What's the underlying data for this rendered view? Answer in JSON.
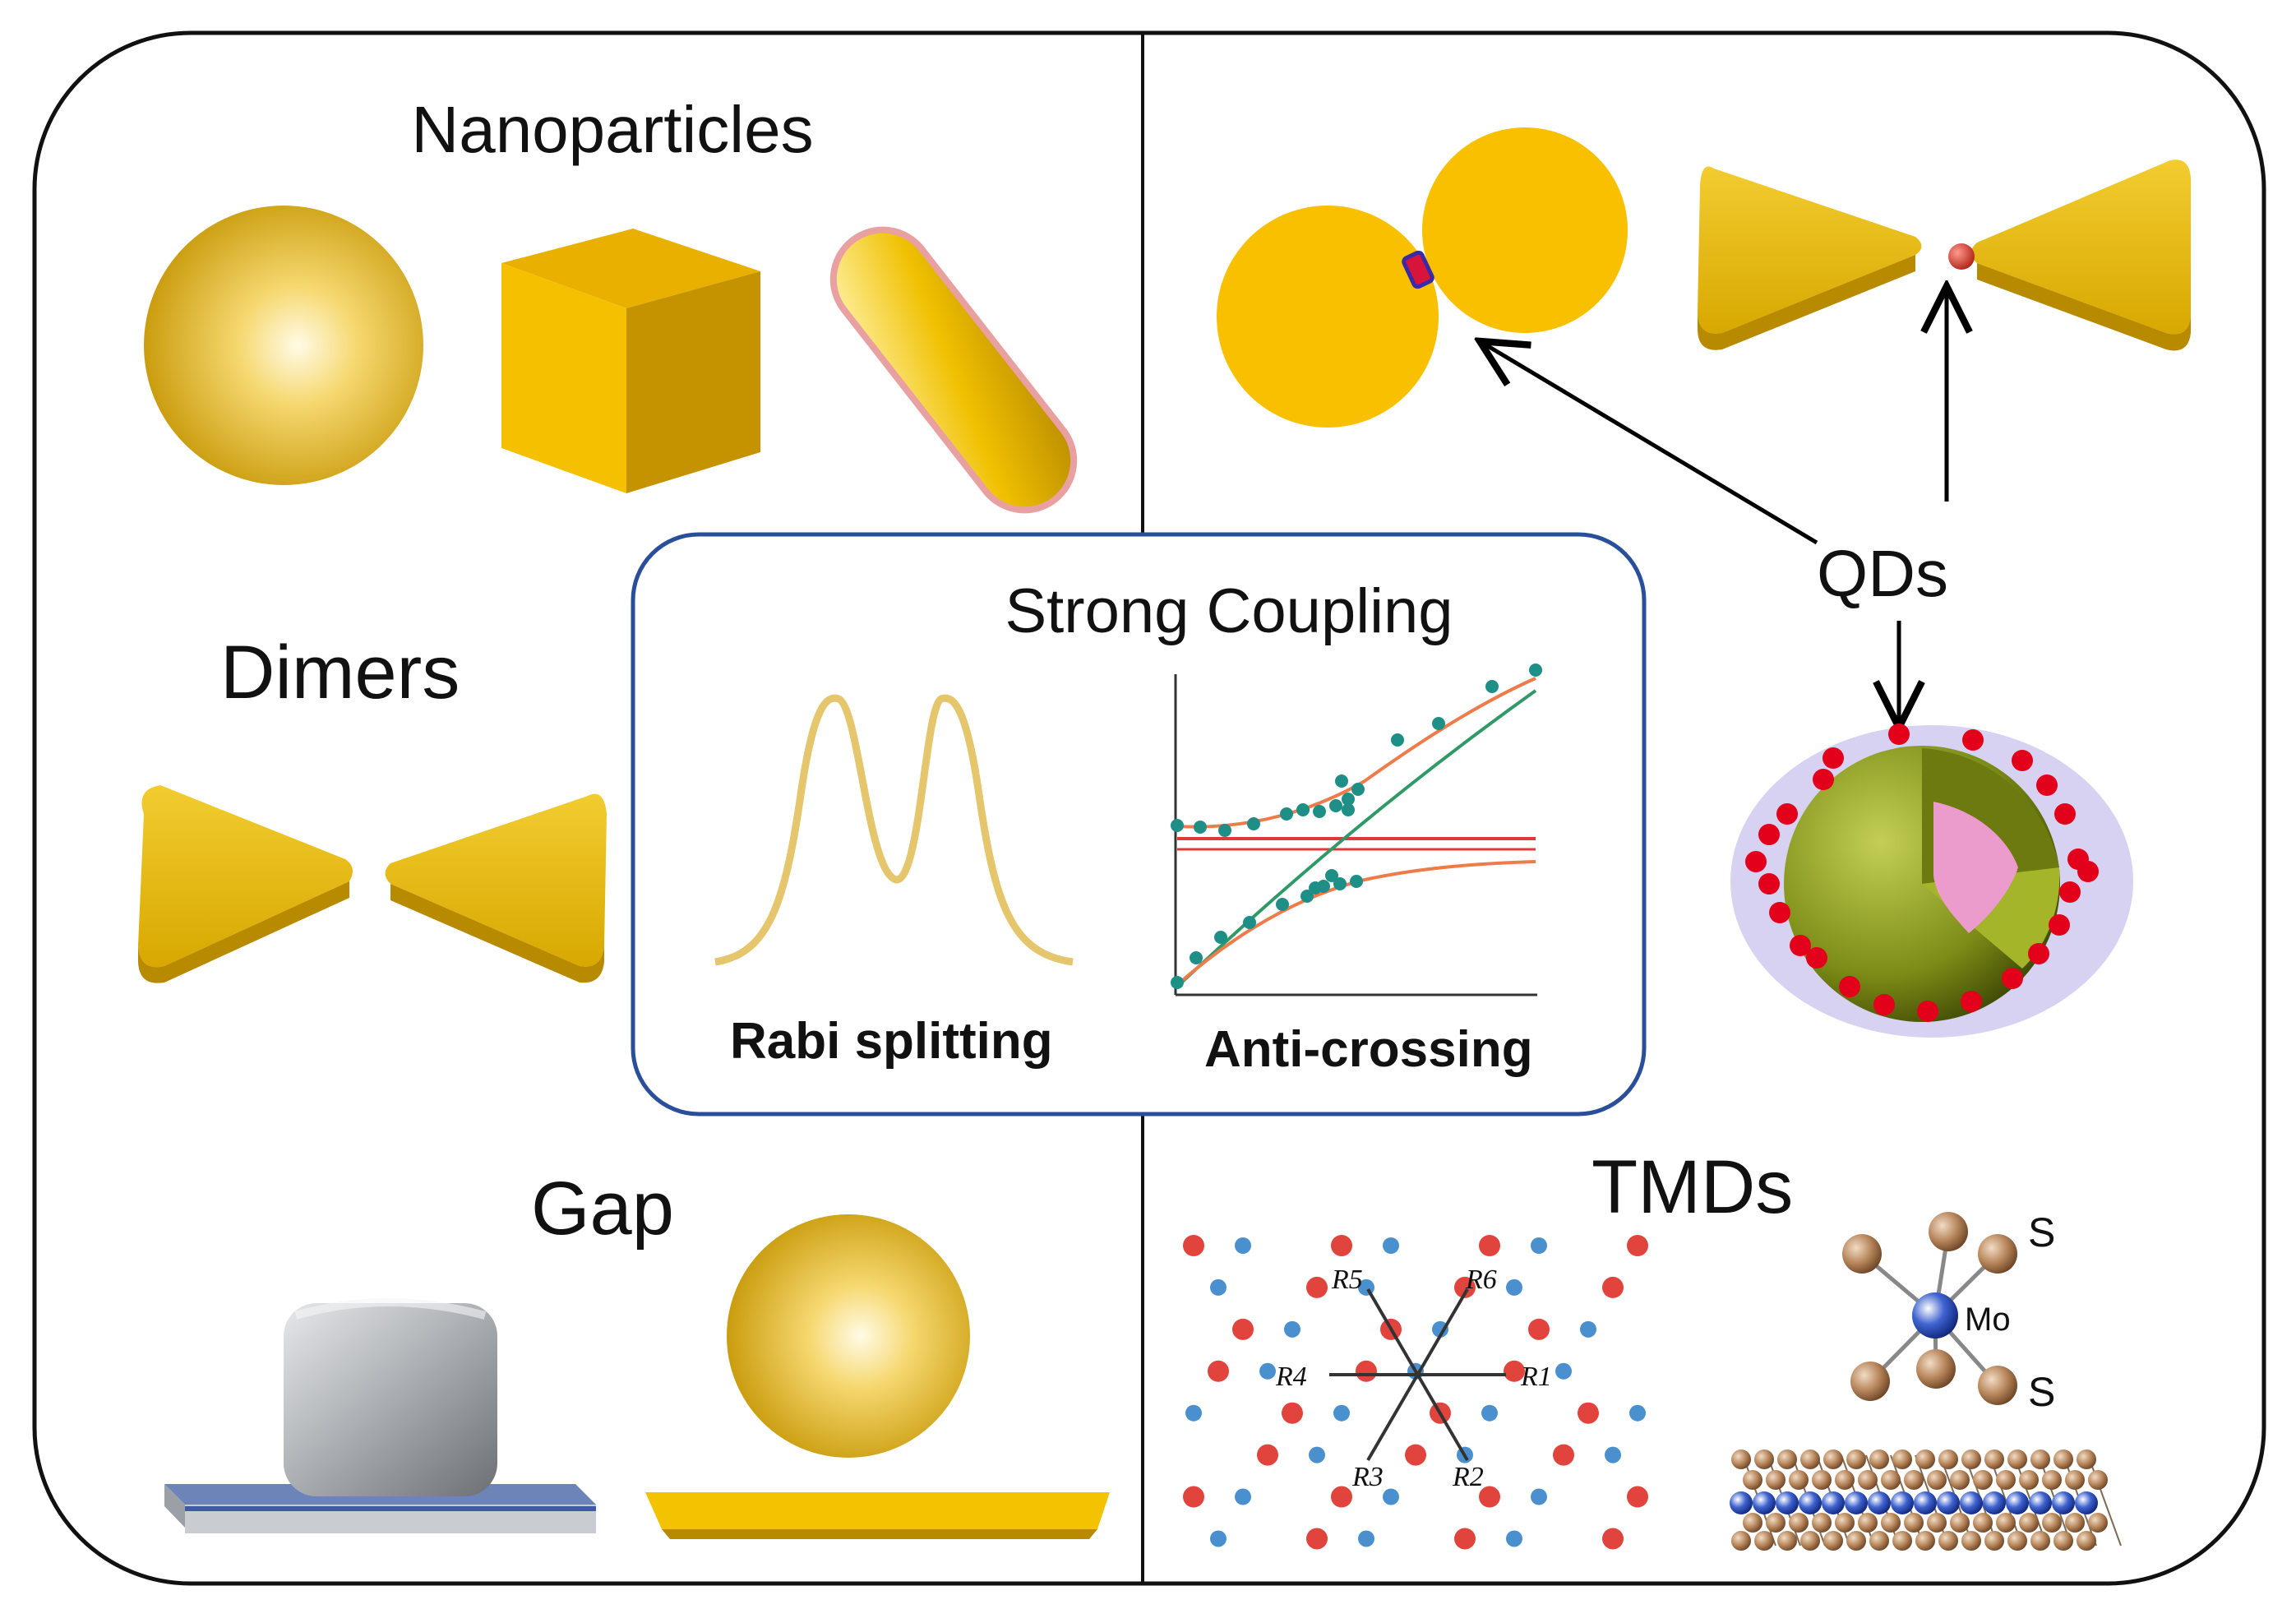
{
  "labels": {
    "nanoparticles": "Nanoparticles",
    "dimers": "Dimers",
    "gap": "Gap",
    "strong_coupling": "Strong Coupling",
    "rabi_splitting": "Rabi splitting",
    "anti_crossing": "Anti-crossing",
    "qds": "QDs",
    "tmds": "TMDs",
    "s_top": "S",
    "s_bottom": "S",
    "mo": "Mo",
    "r1": "R1",
    "r2": "R2",
    "r3": "R3",
    "r4": "R4",
    "r5": "R5",
    "r6": "R6"
  },
  "colors": {
    "gold": "#f5c200",
    "gold_dark": "#c89a00",
    "frame": "#111111",
    "inset_border": "#2a4f9a",
    "qd_red": "#e2001a",
    "shell_green": "#7f8f1a",
    "core_pink": "#ec9ccc",
    "halo": "#cbc3ee",
    "lattice_red": "#e0443c",
    "lattice_blue": "#4a90cf",
    "curve_orange": "#ee7b4a",
    "curve_green": "#2f9a67",
    "dot_teal": "#1e8f87",
    "line_red": "#e0393c"
  }
}
